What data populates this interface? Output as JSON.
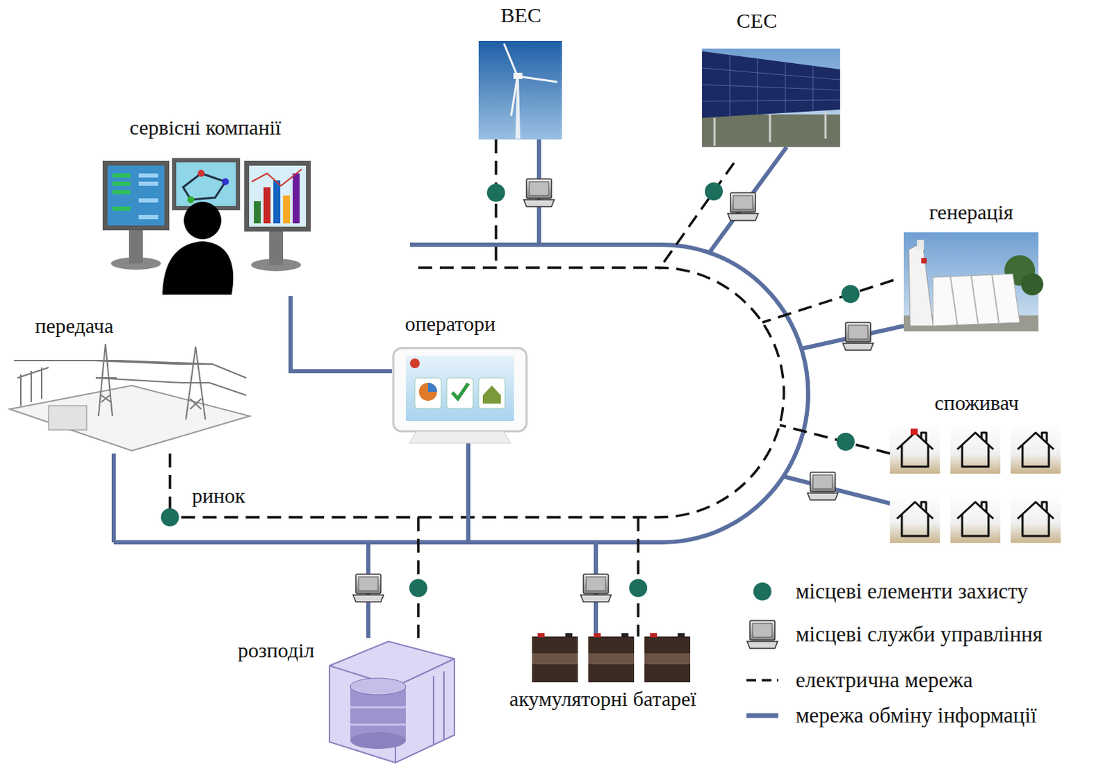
{
  "diagram": {
    "nodes": [
      {
        "text": [
          "ВЕС"
        ]
      },
      {
        "text": [
          "СЕС"
        ]
      },
      {
        "text": [
          "сервісні компанії"
        ]
      },
      {
        "text": [
          "генерація"
        ]
      },
      {
        "text": [
          "передача"
        ]
      },
      {
        "text": [
          "оператори"
        ]
      },
      {
        "text": [
          "споживач"
        ]
      },
      {
        "text": [
          "розподіл"
        ]
      },
      {
        "text": [
          "акумуляторні батареї"
        ]
      }
    ],
    "edges": [
      {
        "from": 2,
        "to": 5,
        "arrow": "none"
      }
    ],
    "labels": [
      "ринок"
    ],
    "legend": [
      {
        "text": "місцеві елементи захисту",
        "color": "#1c6e5d"
      },
      {
        "text": "місцеві служби управління"
      },
      {
        "text": "електрична мережа"
      },
      {
        "text": "мережа обміну інформації"
      }
    ]
  }
}
